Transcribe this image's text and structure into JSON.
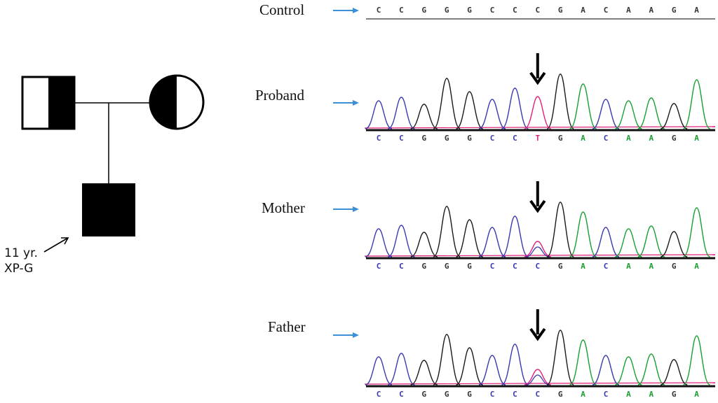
{
  "pedigree": {
    "father_status": "heterozygous carrier",
    "mother_status": "heterozygous carrier",
    "proband_status": "affected",
    "proband_note_line1": "11 yr.",
    "proband_note_line2": "XP-G"
  },
  "traces": [
    {
      "id": "control",
      "label": "Control",
      "bases": [
        "C",
        "C",
        "G",
        "G",
        "G",
        "C",
        "C",
        "C",
        "G",
        "A",
        "C",
        "A",
        "A",
        "G",
        "A"
      ],
      "show_peaks": false
    },
    {
      "id": "proband",
      "label": "Proband",
      "bases": [
        "C",
        "C",
        "G",
        "G",
        "G",
        "C",
        "C",
        "T",
        "G",
        "A",
        "C",
        "A",
        "A",
        "G",
        "A"
      ],
      "show_peaks": true,
      "variant_index": 7,
      "variant_base": "T"
    },
    {
      "id": "mother",
      "label": "Mother",
      "bases": [
        "C",
        "C",
        "G",
        "G",
        "G",
        "C",
        "C",
        "C",
        "G",
        "A",
        "C",
        "A",
        "A",
        "G",
        "A"
      ],
      "show_peaks": true,
      "variant_index": 7,
      "variant_base": "C/T"
    },
    {
      "id": "father",
      "label": "Father",
      "bases": [
        "C",
        "C",
        "G",
        "G",
        "G",
        "C",
        "C",
        "C",
        "G",
        "A",
        "C",
        "A",
        "A",
        "G",
        "A"
      ],
      "show_peaks": true,
      "variant_index": 7,
      "variant_base": "C/T"
    }
  ],
  "colors": {
    "C": "#3a3ab0",
    "G": "#1a1a1a",
    "A": "#18a030",
    "T": "#e0207a",
    "pointer_arrow": "#3a8fd6",
    "affected_fill": "#000000"
  }
}
